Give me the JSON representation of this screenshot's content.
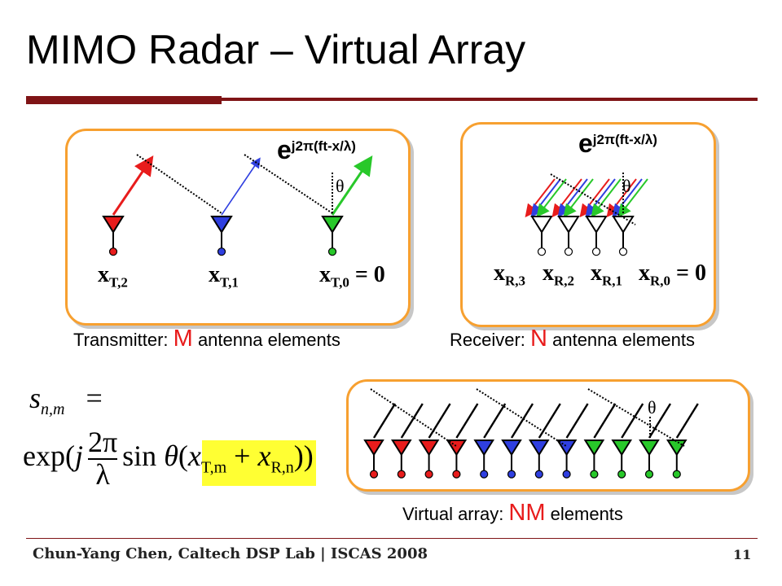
{
  "title": "MIMO Radar – Virtual Array",
  "transmitter": {
    "caption_prefix": "Transmitter: ",
    "caption_count": "M",
    "caption_suffix": " antenna elements",
    "wave_e": "e",
    "wave_exp": "j2π(ft-x/λ)",
    "theta": "θ",
    "labels": [
      {
        "base": "x",
        "sub": "T,2",
        "tail": ""
      },
      {
        "base": "x",
        "sub": "T,1",
        "tail": ""
      },
      {
        "base": "x",
        "sub": "T,0",
        "tail": " = 0"
      }
    ]
  },
  "receiver": {
    "caption_prefix": "Receiver: ",
    "caption_count": "N",
    "caption_suffix": " antenna elements",
    "wave_e": "e",
    "wave_exp": "j2π(ft-x/λ)",
    "theta": "θ",
    "labels": [
      {
        "base": "x",
        "sub": "R,3",
        "tail": ""
      },
      {
        "base": "x",
        "sub": "R,2",
        "tail": ""
      },
      {
        "base": "x",
        "sub": "R,1",
        "tail": ""
      },
      {
        "base": "x",
        "sub": "R,0",
        "tail": " = 0"
      }
    ]
  },
  "virtual_array": {
    "caption_prefix": "Virtual array: ",
    "caption_count": "NM",
    "caption_suffix": " elements",
    "theta": "θ"
  },
  "equation": {
    "lhs_base": "s",
    "lhs_sub": "n,m",
    "equals": "=",
    "exp_open": "exp(",
    "j": "j",
    "num": "2π",
    "den": "λ",
    "sin": "sin",
    "theta": "θ",
    "paren_open": "(",
    "xt": "x",
    "xt_sub": "T,m",
    "plus": " + ",
    "xr": "x",
    "xr_sub": "R,n",
    "close": "))"
  },
  "footer": {
    "text": "Chun-Yang Chen, Caltech DSP Lab | ISCAS 2008",
    "page": "11"
  },
  "colors": {
    "accent": "#7f1416",
    "panel_border": "#f7a030",
    "red": "#e81c1c",
    "blue": "#2f3fe0",
    "green": "#28c82a"
  }
}
